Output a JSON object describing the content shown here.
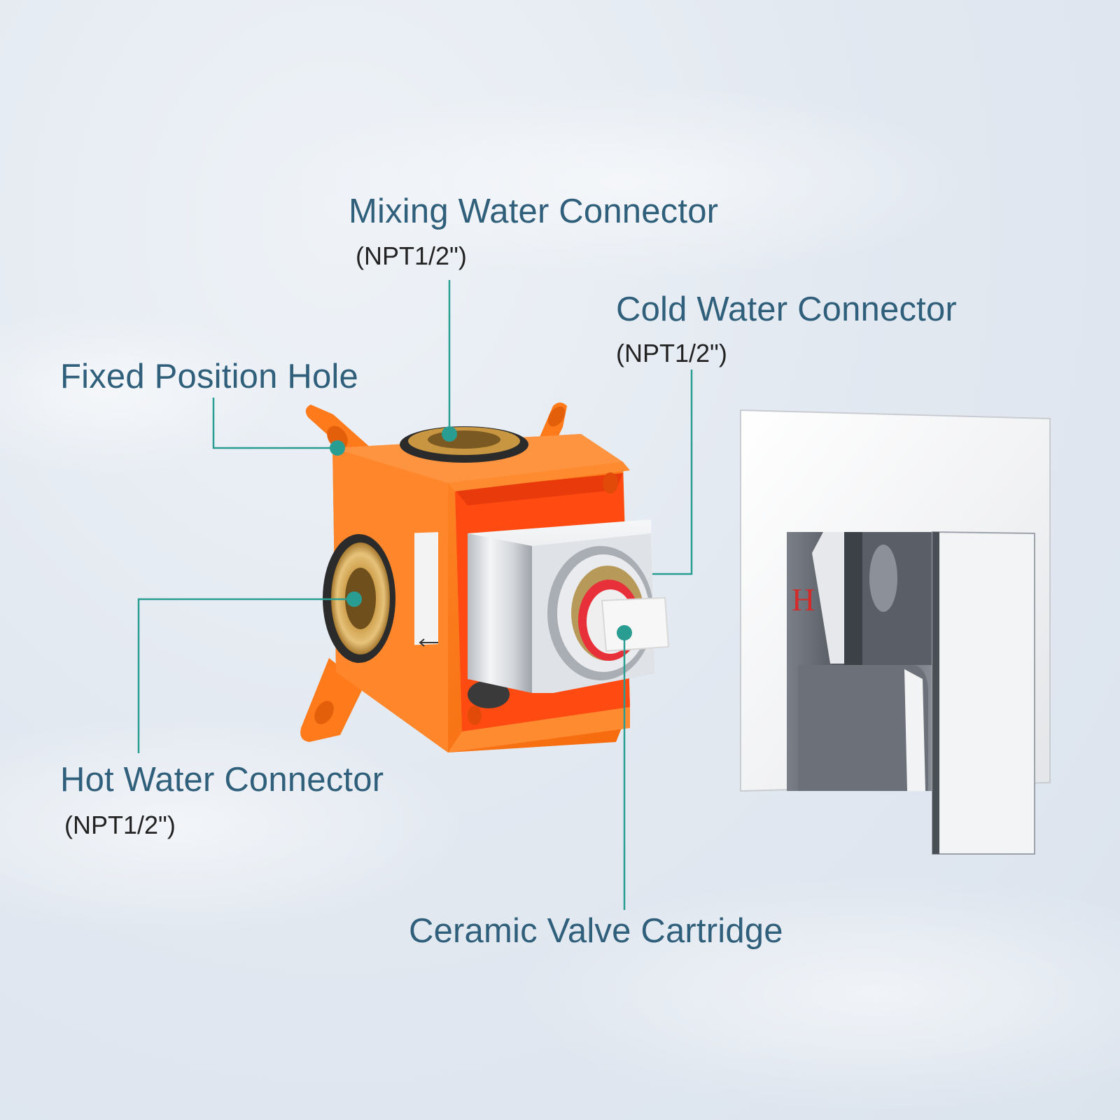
{
  "labels": {
    "mixing": {
      "title": "Mixing Water Connector",
      "spec": "(NPT1/2\")"
    },
    "cold": {
      "title": "Cold Water Connector",
      "spec": "(NPT1/2\")"
    },
    "fixed": {
      "title": "Fixed Position Hole"
    },
    "hot": {
      "title": "Hot Water Connector",
      "spec": "(NPT1/2\")"
    },
    "ceramic": {
      "title": "Ceramic Valve Cartridge"
    }
  },
  "trim_plate": {
    "mark": "H"
  },
  "colors": {
    "leader": "#2a9d93",
    "label_text": "#2f5f7a",
    "spec_text": "#222222",
    "box_orange": "#ff7a1a",
    "box_inner_red": "#ff4a12",
    "brass": "#c89640",
    "chrome": "#c9ccd1",
    "hot_mark": "#d42a2a"
  }
}
